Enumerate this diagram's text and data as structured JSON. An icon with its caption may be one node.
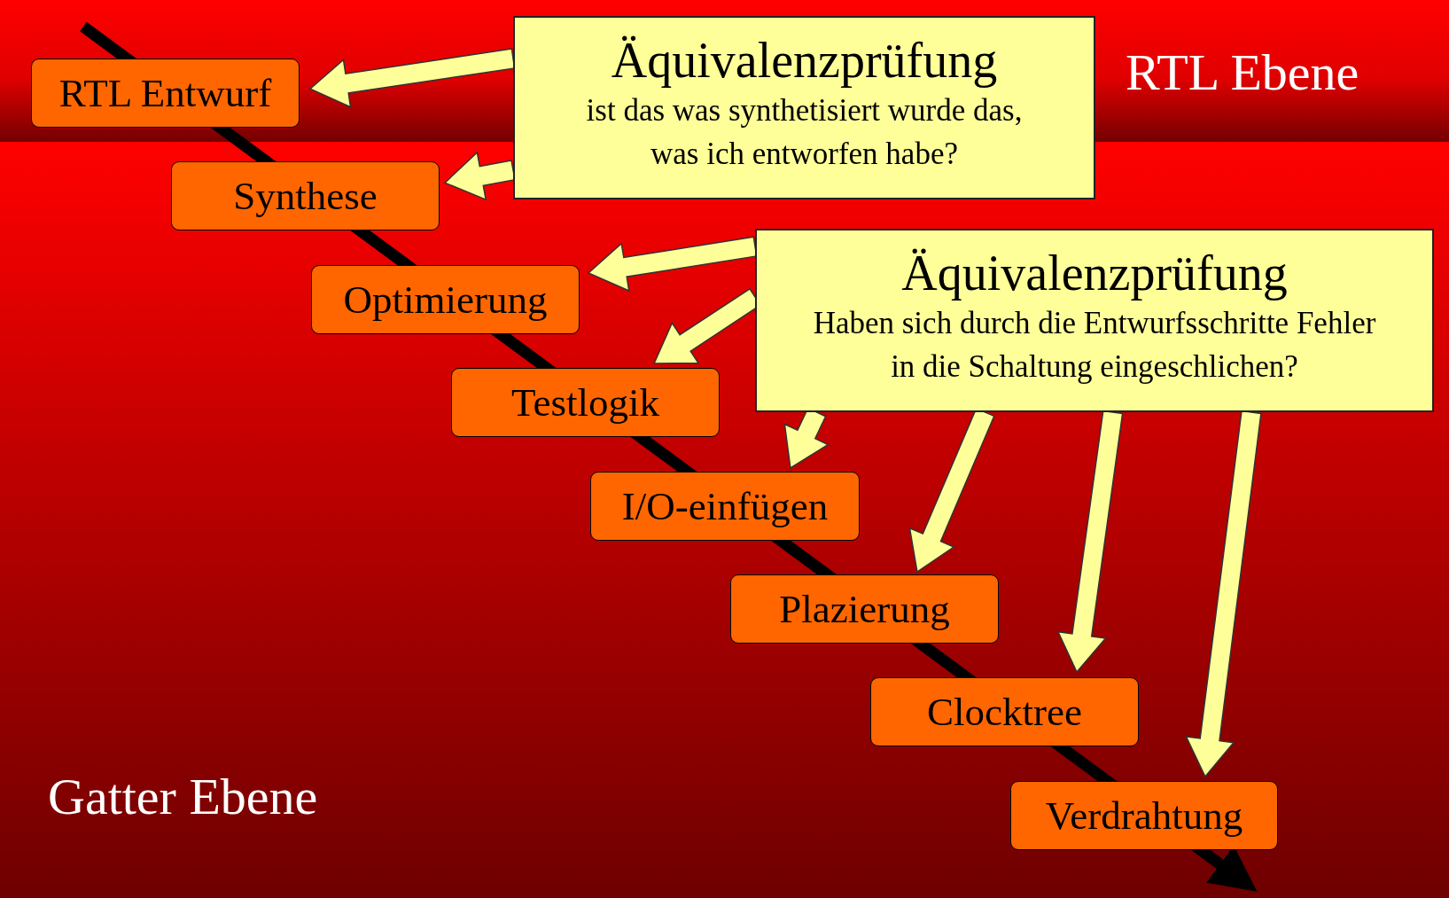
{
  "diagram": {
    "nodes": [
      {
        "text": [
          "RTL Entwurf"
        ]
      },
      {
        "text": [
          "Synthese"
        ]
      },
      {
        "text": [
          "Optimierung"
        ]
      },
      {
        "text": [
          "Testlogik"
        ]
      },
      {
        "text": [
          "I/O-einfügen"
        ]
      },
      {
        "text": [
          "Plazierung"
        ]
      },
      {
        "text": [
          "Clocktree"
        ]
      },
      {
        "text": [
          "Verdrahtung"
        ]
      },
      {
        "text": [
          "Äquivalenzprüfung",
          "ist das was synthetisiert wurde das, was ich entworfen habe?"
        ]
      },
      {
        "text": [
          "Äquivalenzprüfung",
          "Haben sich durch die Entwurfsschritte Fehler in die Schaltung eingeschlichen?"
        ]
      }
    ],
    "edges": [
      {
        "from": 8,
        "to": 0,
        "arrow": "to"
      },
      {
        "from": 8,
        "to": 1,
        "arrow": "to"
      },
      {
        "from": 9,
        "to": 2,
        "arrow": "to"
      },
      {
        "from": 9,
        "to": 3,
        "arrow": "to"
      },
      {
        "from": 9,
        "to": 4,
        "arrow": "to"
      },
      {
        "from": 9,
        "to": 5,
        "arrow": "to"
      },
      {
        "from": 9,
        "to": 6,
        "arrow": "to"
      },
      {
        "from": 9,
        "to": 7,
        "arrow": "to"
      }
    ],
    "labels": [
      "RTL Ebene",
      "Gatter Ebene"
    ]
  }
}
